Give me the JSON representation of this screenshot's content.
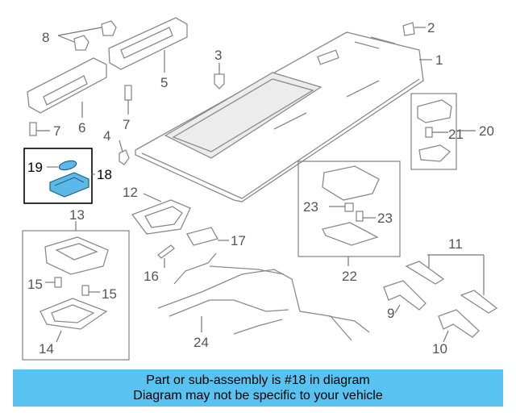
{
  "callouts": {
    "c1": "1",
    "c2": "2",
    "c3": "3",
    "c4": "4",
    "c5": "5",
    "c6": "6",
    "c7a": "7",
    "c7b": "7",
    "c8": "8",
    "c9": "9",
    "c10": "10",
    "c11": "11",
    "c12": "12",
    "c13": "13",
    "c14": "14",
    "c15a": "15",
    "c15b": "15",
    "c16": "16",
    "c17": "17",
    "c18": "18",
    "c19": "19",
    "c20": "20",
    "c21": "21",
    "c22": "22",
    "c23a": "23",
    "c23b": "23",
    "c24": "24"
  },
  "highlight": {
    "part_number": "18",
    "highlight_color": "#5cb8e6"
  },
  "banner": {
    "line1": "Part or sub-assembly is #18 in diagram",
    "line2": "Diagram may not be specific to your vehicle",
    "background": "#58c3f0"
  }
}
